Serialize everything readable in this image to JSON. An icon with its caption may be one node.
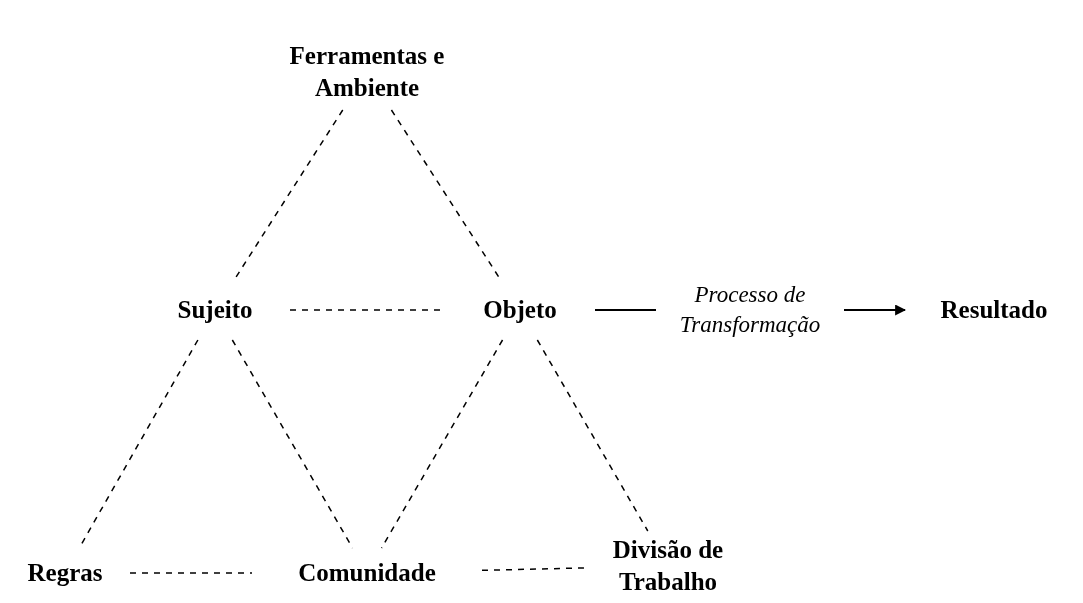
{
  "diagram": {
    "nodes": [
      {
        "text": [
          "Ferramentas e Ambiente"
        ]
      },
      {
        "text": [
          "Sujeito"
        ]
      },
      {
        "text": [
          "Objeto"
        ]
      },
      {
        "text": [
          "Resultado"
        ]
      },
      {
        "text": [
          "Regras"
        ]
      },
      {
        "text": [
          "Comunidade"
        ]
      },
      {
        "text": [
          "Divisão de Trabalho"
        ]
      }
    ],
    "edges": [
      {
        "from": 0,
        "to": 1,
        "arrow": "none",
        "style": "dashed"
      },
      {
        "from": 0,
        "to": 2,
        "arrow": "none",
        "style": "dashed"
      },
      {
        "from": 1,
        "to": 2,
        "arrow": "none",
        "style": "dashed"
      },
      {
        "from": 2,
        "to": 3,
        "arrow": "to",
        "label": "Processo de Transformação"
      },
      {
        "from": 1,
        "to": 4,
        "arrow": "none",
        "style": "dashed"
      },
      {
        "from": 1,
        "to": 5,
        "arrow": "none",
        "style": "dashed"
      },
      {
        "from": 2,
        "to": 5,
        "arrow": "none",
        "style": "dashed"
      },
      {
        "from": 2,
        "to": 6,
        "arrow": "none",
        "style": "dashed"
      },
      {
        "from": 4,
        "to": 5,
        "arrow": "none",
        "style": "dashed"
      },
      {
        "from": 5,
        "to": 6,
        "arrow": "none",
        "style": "dashed"
      }
    ]
  }
}
